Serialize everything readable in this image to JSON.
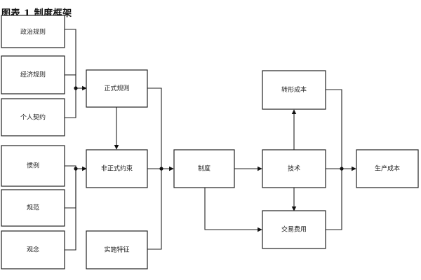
{
  "diagram": {
    "title": "图表 1 制度框架",
    "nodes": {
      "political_rules": "政治规则",
      "economic_rules": "经济规则",
      "personal_contracts": "个人契约",
      "custom": "惯例",
      "norms": "规范",
      "concepts": "观念",
      "formal_rules": "正式规则",
      "informal_constraints": "非正式约束",
      "enforcement": "实施特征",
      "institution": "制度",
      "technology": "技术",
      "transformation_cost": "转形成本",
      "transaction_cost": "交易费用",
      "production_cost": "生产成本"
    }
  }
}
